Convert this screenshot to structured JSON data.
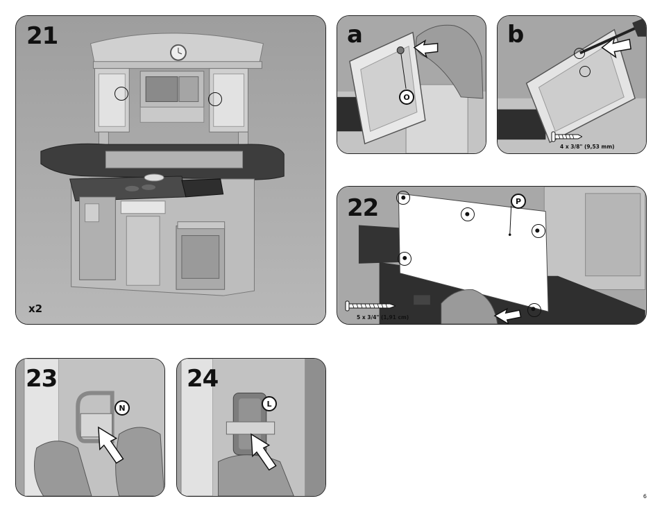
{
  "page": {
    "number": "6"
  },
  "steps": {
    "s21": {
      "number": "21",
      "quantity": "x2"
    },
    "sa": {
      "letter": "a",
      "part": "O"
    },
    "sb": {
      "letter": "b",
      "screw": "4 x 3/8\" (9,53 mm)"
    },
    "s22": {
      "number": "22",
      "part": "P",
      "screw": "5 x 3/4\" (1,91 cm)"
    },
    "s23": {
      "number": "23",
      "part": "N"
    },
    "s24": {
      "number": "24",
      "part": "L"
    }
  },
  "colors": {
    "plastic_tan": "#c9c9c9",
    "plastic_dark": "#3c3c3c",
    "background": "#b0b0b0",
    "outline": "#222222"
  }
}
